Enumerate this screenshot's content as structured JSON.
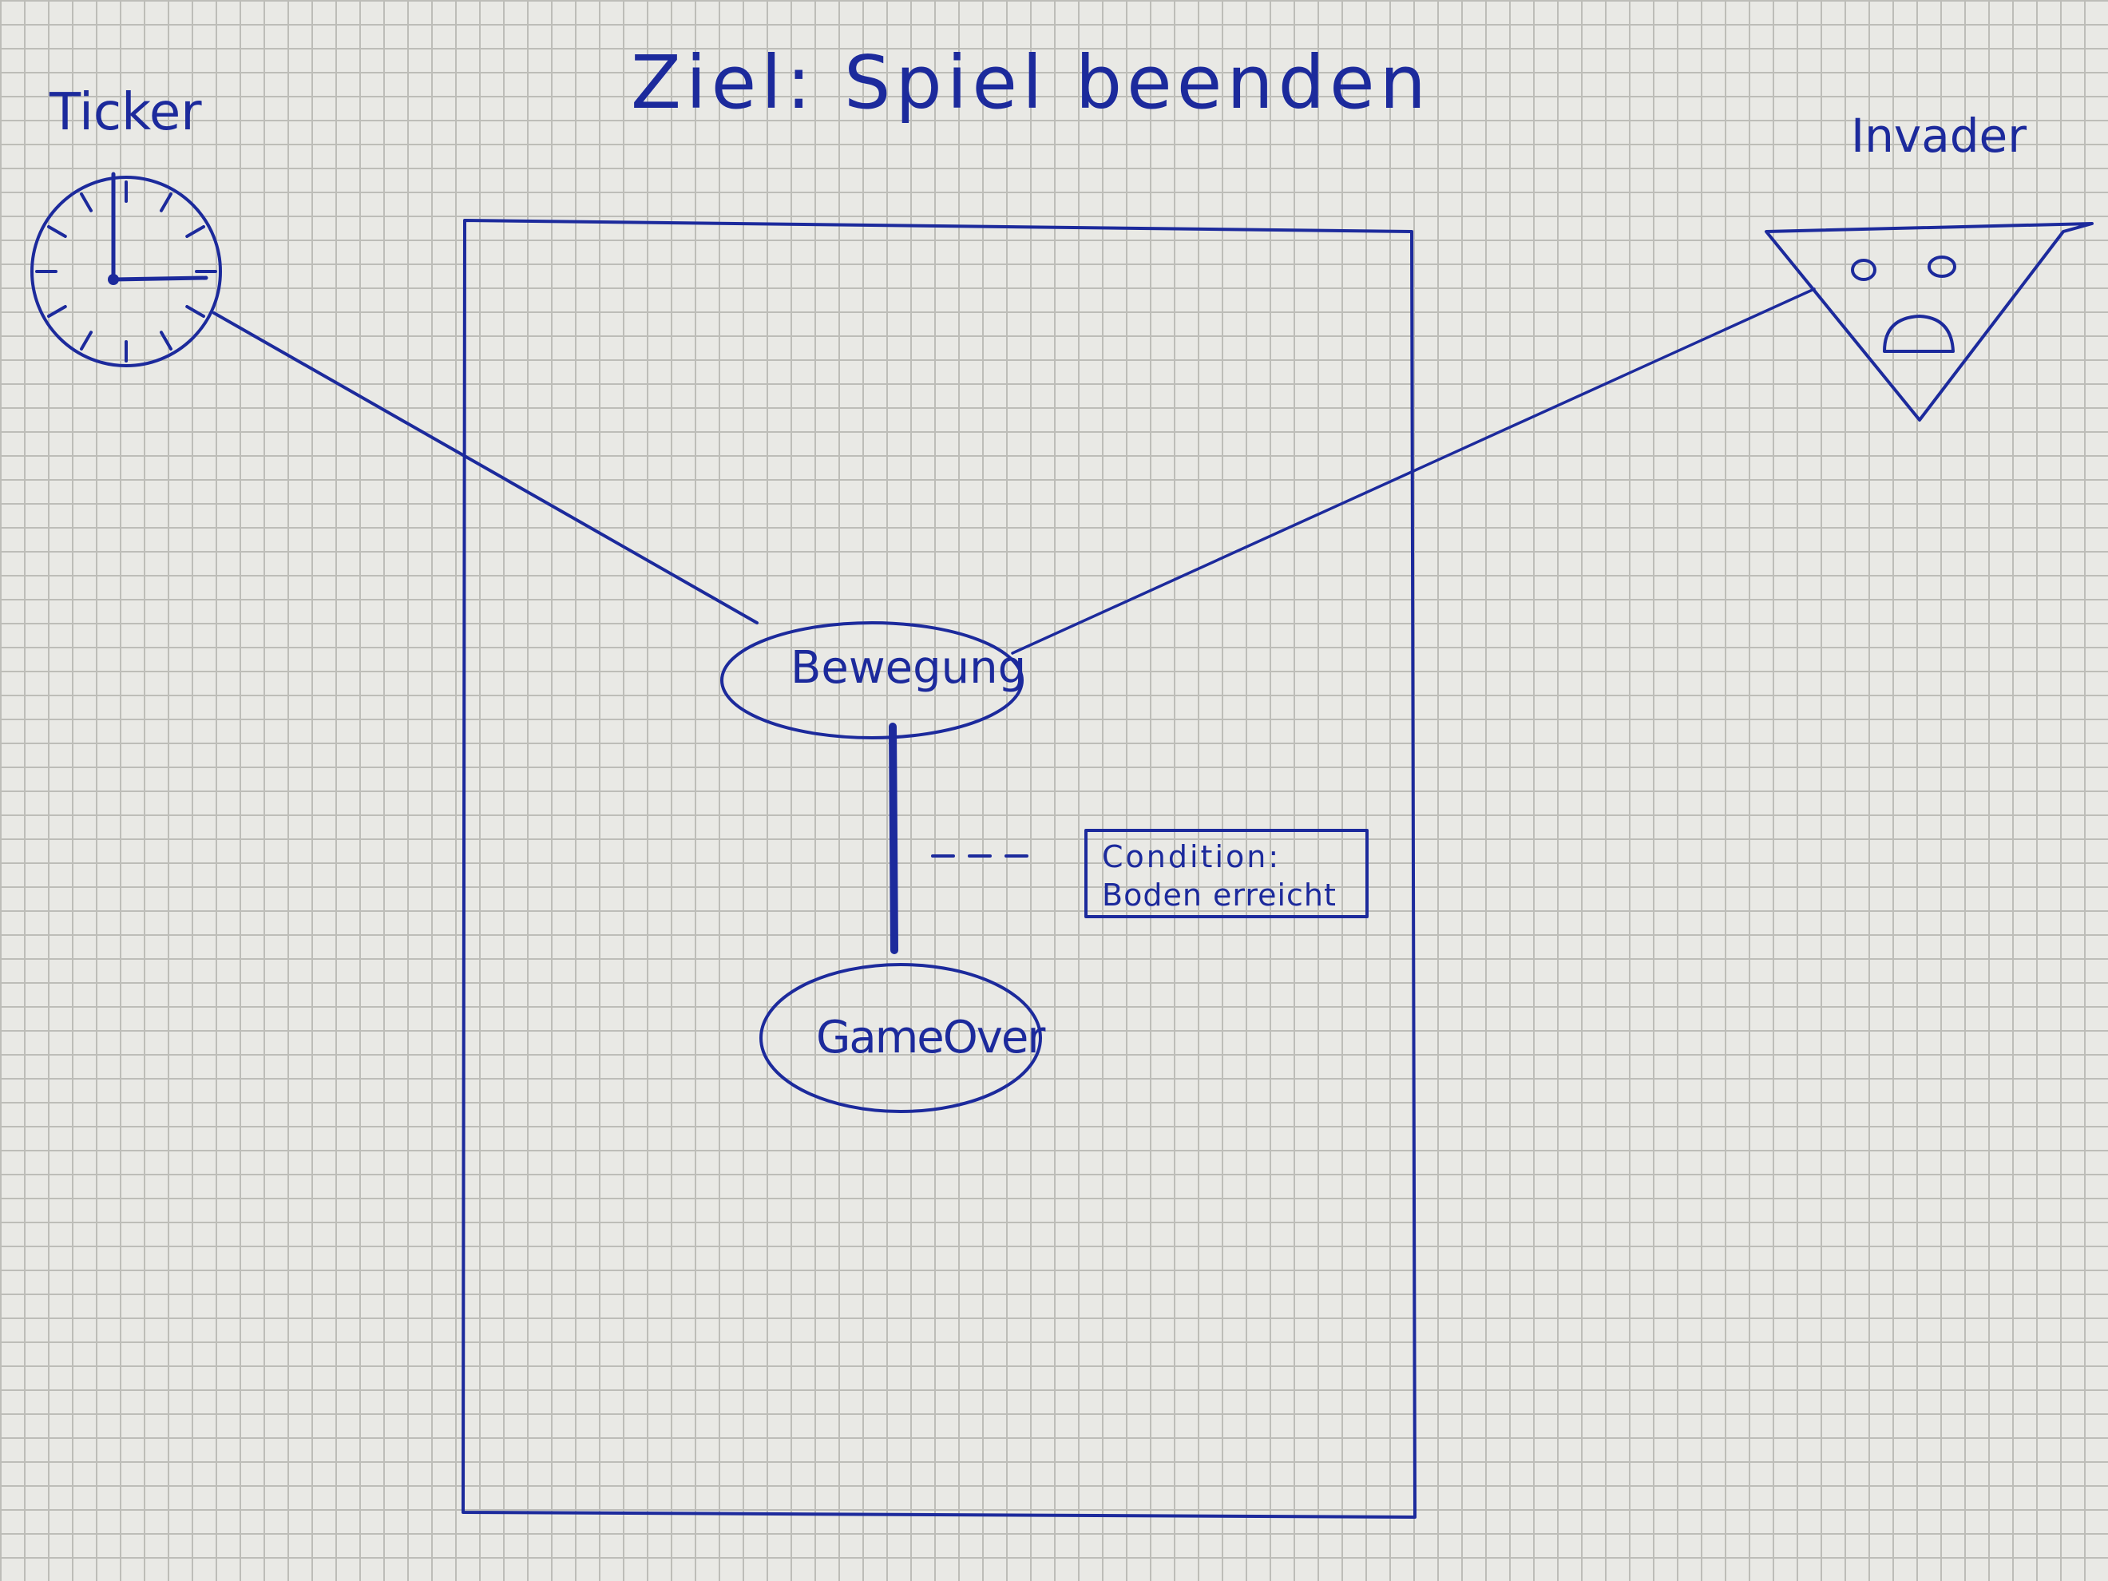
{
  "diagram": {
    "title": "Ziel: Spiel beenden",
    "ink_color": "#1c2a9c",
    "paper_color": "#e9e9e5",
    "grid_color": "#bdbdb8",
    "actors": [
      {
        "id": "ticker",
        "label": "Ticker",
        "icon": "clock-icon"
      },
      {
        "id": "invader",
        "label": "Invader",
        "icon": "invader-triangle-icon"
      }
    ],
    "use_cases": [
      {
        "id": "bewegung",
        "label": "Bewegung"
      },
      {
        "id": "gameover",
        "label": "GameOver"
      }
    ],
    "associations": [
      {
        "from": "ticker",
        "to": "bewegung"
      },
      {
        "from": "invader",
        "to": "bewegung"
      },
      {
        "from": "bewegung",
        "to": "gameover"
      }
    ],
    "condition_note": {
      "line1": "Condition:",
      "line2": "Boden erreicht"
    }
  }
}
